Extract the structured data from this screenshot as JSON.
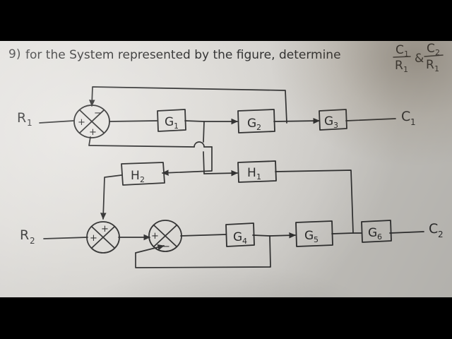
{
  "photo": {
    "kind": "handwritten-block-diagram-photo",
    "paper_color": "#dedcd8",
    "ink_color": "#2f2f2f",
    "letterbox_color": "#000000"
  },
  "question": {
    "number": "9)",
    "line": "for the System represented by the figure, determine",
    "fraction_1": {
      "numerator": "C",
      "numerator_sub": "1",
      "denominator": "R",
      "denominator_sub": "1"
    },
    "conjunction": "&",
    "fraction_2": {
      "numerator": "C",
      "numerator_sub": "2",
      "denominator": "R",
      "denominator_sub": "1"
    }
  },
  "diagram": {
    "inputs": [
      {
        "id": "R1",
        "label": "R",
        "sub": "1"
      },
      {
        "id": "R2",
        "label": "R",
        "sub": "2"
      }
    ],
    "outputs": [
      {
        "id": "C1",
        "label": "C",
        "sub": "1"
      },
      {
        "id": "C2",
        "label": "C",
        "sub": "2"
      }
    ],
    "blocks": [
      {
        "id": "G1",
        "label": "G",
        "sub": "1"
      },
      {
        "id": "G2",
        "label": "G",
        "sub": "2"
      },
      {
        "id": "G3",
        "label": "G",
        "sub": "3"
      },
      {
        "id": "G4",
        "label": "G",
        "sub": "4"
      },
      {
        "id": "G5",
        "label": "G",
        "sub": "5"
      },
      {
        "id": "G6",
        "label": "G",
        "sub": "6"
      },
      {
        "id": "H1",
        "label": "H",
        "sub": "1"
      },
      {
        "id": "H2",
        "label": "H",
        "sub": "2"
      }
    ],
    "summing_junctions": [
      {
        "id": "S1",
        "signs": {
          "left": "+",
          "top": "−",
          "bottom": "+"
        }
      },
      {
        "id": "S2",
        "signs": {
          "left": "+",
          "top": "+"
        }
      },
      {
        "id": "S3",
        "signs": {
          "left": "+",
          "bottom": "−"
        }
      }
    ]
  }
}
